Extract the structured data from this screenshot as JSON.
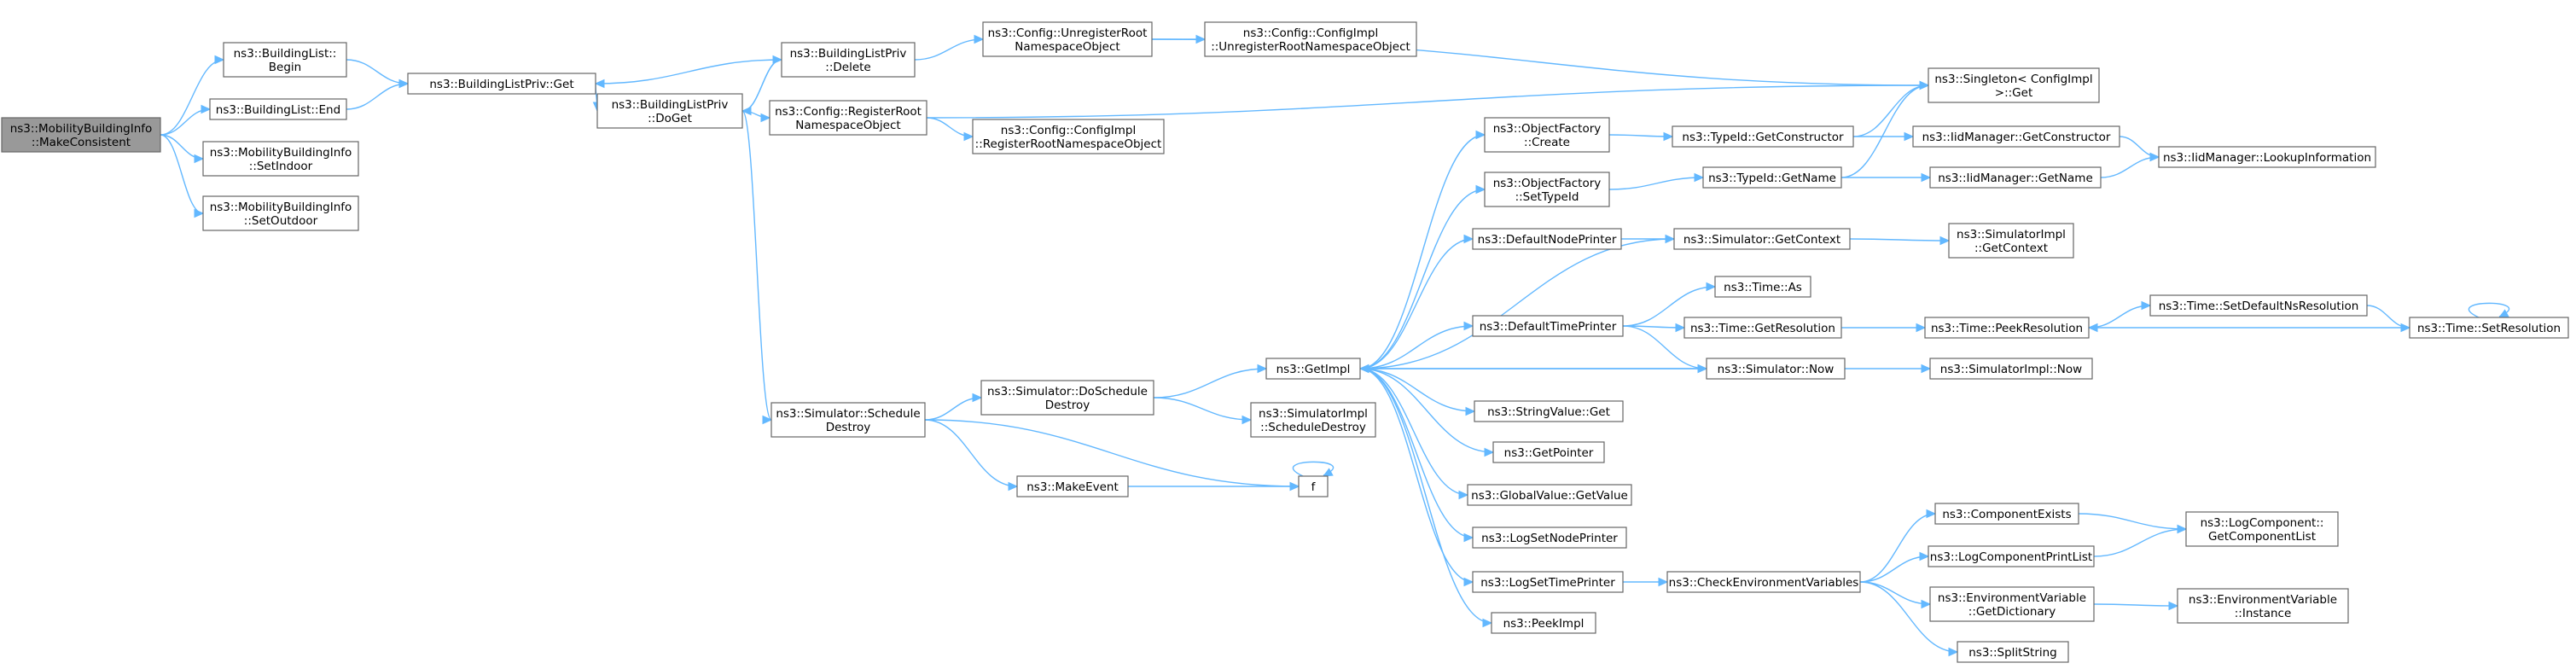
{
  "graph": {
    "colors": {
      "edge": "#63b8ff",
      "node_border": "#666666",
      "root_fill": "#999999",
      "node_fill": "#ffffff"
    },
    "nodes": [
      {
        "id": "root",
        "lines": [
          "ns3::MobilityBuildingInfo",
          "::MakeConsistent"
        ]
      },
      {
        "id": "bl_begin",
        "lines": [
          "ns3::BuildingList::",
          "Begin"
        ]
      },
      {
        "id": "bl_end",
        "lines": [
          "ns3::BuildingList::End"
        ]
      },
      {
        "id": "setindoor",
        "lines": [
          "ns3::MobilityBuildingInfo",
          "::SetIndoor"
        ]
      },
      {
        "id": "setoutdoor",
        "lines": [
          "ns3::MobilityBuildingInfo",
          "::SetOutdoor"
        ]
      },
      {
        "id": "blp_get",
        "lines": [
          "ns3::BuildingListPriv::Get"
        ]
      },
      {
        "id": "blp_doget",
        "lines": [
          "ns3::BuildingListPriv",
          "::DoGet"
        ]
      },
      {
        "id": "blp_delete",
        "lines": [
          "ns3::BuildingListPriv",
          "::Delete"
        ]
      },
      {
        "id": "cfg_register",
        "lines": [
          "ns3::Config::RegisterRoot",
          "NamespaceObject"
        ]
      },
      {
        "id": "cfg_unregister",
        "lines": [
          "ns3::Config::UnregisterRoot",
          "NamespaceObject"
        ]
      },
      {
        "id": "cfgimpl_unregister",
        "lines": [
          "ns3::Config::ConfigImpl",
          "::UnregisterRootNamespaceObject"
        ]
      },
      {
        "id": "cfgimpl_register",
        "lines": [
          "ns3::Config::ConfigImpl",
          "::RegisterRootNamespaceObject"
        ]
      },
      {
        "id": "singleton_get",
        "lines": [
          "ns3::Singleton< ConfigImpl",
          " >::Get"
        ]
      },
      {
        "id": "sim_scheduledestroy",
        "lines": [
          "ns3::Simulator::Schedule",
          "Destroy"
        ]
      },
      {
        "id": "sim_doscheduledestroy",
        "lines": [
          "ns3::Simulator::DoSchedule",
          "Destroy"
        ]
      },
      {
        "id": "simimpl_scheduledestroy",
        "lines": [
          "ns3::SimulatorImpl",
          "::ScheduleDestroy"
        ]
      },
      {
        "id": "makeevent",
        "lines": [
          "ns3::MakeEvent"
        ]
      },
      {
        "id": "f",
        "lines": [
          "f"
        ]
      },
      {
        "id": "getimpl",
        "lines": [
          "ns3::GetImpl"
        ]
      },
      {
        "id": "of_create",
        "lines": [
          "ns3::ObjectFactory",
          "::Create"
        ]
      },
      {
        "id": "of_settypeid",
        "lines": [
          "ns3::ObjectFactory",
          "::SetTypeId"
        ]
      },
      {
        "id": "defaultnodeprinter",
        "lines": [
          "ns3::DefaultNodePrinter"
        ]
      },
      {
        "id": "defaulttimeprinter",
        "lines": [
          "ns3::DefaultTimePrinter"
        ]
      },
      {
        "id": "stringvalue_get",
        "lines": [
          "ns3::StringValue::Get"
        ]
      },
      {
        "id": "getpointer",
        "lines": [
          "ns3::GetPointer"
        ]
      },
      {
        "id": "globalvalue_getvalue",
        "lines": [
          "ns3::GlobalValue::GetValue"
        ]
      },
      {
        "id": "logsetnodeprinter",
        "lines": [
          "ns3::LogSetNodePrinter"
        ]
      },
      {
        "id": "logsettimeprinter",
        "lines": [
          "ns3::LogSetTimePrinter"
        ]
      },
      {
        "id": "peekimpl",
        "lines": [
          "ns3::PeekImpl"
        ]
      },
      {
        "id": "typeid_getconstructor",
        "lines": [
          "ns3::TypeId::GetConstructor"
        ]
      },
      {
        "id": "typeid_getname",
        "lines": [
          "ns3::TypeId::GetName"
        ]
      },
      {
        "id": "sim_getcontext",
        "lines": [
          "ns3::Simulator::GetContext"
        ]
      },
      {
        "id": "time_as",
        "lines": [
          "ns3::Time::As"
        ]
      },
      {
        "id": "time_getresolution",
        "lines": [
          "ns3::Time::GetResolution"
        ]
      },
      {
        "id": "sim_now",
        "lines": [
          "ns3::Simulator::Now"
        ]
      },
      {
        "id": "checkenv",
        "lines": [
          "ns3::CheckEnvironmentVariables"
        ]
      },
      {
        "id": "iid_getconstructor",
        "lines": [
          "ns3::IidManager::GetConstructor"
        ]
      },
      {
        "id": "iid_getname",
        "lines": [
          "ns3::IidManager::GetName"
        ]
      },
      {
        "id": "simimpl_getcontext",
        "lines": [
          "ns3::SimulatorImpl",
          "::GetContext"
        ]
      },
      {
        "id": "time_peekresolution",
        "lines": [
          "ns3::Time::PeekResolution"
        ]
      },
      {
        "id": "simimpl_now",
        "lines": [
          "ns3::SimulatorImpl::Now"
        ]
      },
      {
        "id": "componentexists",
        "lines": [
          "ns3::ComponentExists"
        ]
      },
      {
        "id": "logcomponentprintlist",
        "lines": [
          "ns3::LogComponentPrintList"
        ]
      },
      {
        "id": "envvar_getdictionary",
        "lines": [
          "ns3::EnvironmentVariable",
          "::GetDictionary"
        ]
      },
      {
        "id": "splitstring",
        "lines": [
          "ns3::SplitString"
        ]
      },
      {
        "id": "iid_lookupinformation",
        "lines": [
          "ns3::IidManager::LookupInformation"
        ]
      },
      {
        "id": "time_setdefaultnsresolution",
        "lines": [
          "ns3::Time::SetDefaultNsResolution"
        ]
      },
      {
        "id": "time_setresolution",
        "lines": [
          "ns3::Time::SetResolution"
        ]
      },
      {
        "id": "logcomponent_getcomponentlist",
        "lines": [
          "ns3::LogComponent::",
          "GetComponentList"
        ]
      },
      {
        "id": "envvar_instance",
        "lines": [
          "ns3::EnvironmentVariable",
          "::Instance"
        ]
      }
    ],
    "edges": [
      [
        "root",
        "bl_begin"
      ],
      [
        "root",
        "bl_end"
      ],
      [
        "root",
        "setindoor"
      ],
      [
        "root",
        "setoutdoor"
      ],
      [
        "bl_begin",
        "blp_get"
      ],
      [
        "bl_end",
        "blp_get"
      ],
      [
        "blp_get",
        "blp_doget"
      ],
      [
        "blp_doget",
        "blp_delete"
      ],
      [
        "blp_doget",
        "cfg_register"
      ],
      [
        "blp_doget",
        "sim_scheduledestroy"
      ],
      [
        "blp_delete",
        "blp_get"
      ],
      [
        "blp_delete",
        "blp_doget"
      ],
      [
        "blp_delete",
        "cfg_unregister"
      ],
      [
        "cfg_unregister",
        "cfgimpl_unregister"
      ],
      [
        "cfg_unregister",
        "singleton_get"
      ],
      [
        "cfg_register",
        "cfgimpl_register"
      ],
      [
        "cfg_register",
        "singleton_get"
      ],
      [
        "sim_scheduledestroy",
        "sim_doscheduledestroy"
      ],
      [
        "sim_scheduledestroy",
        "makeevent"
      ],
      [
        "sim_scheduledestroy",
        "f"
      ],
      [
        "makeevent",
        "f"
      ],
      [
        "f",
        "f"
      ],
      [
        "sim_doscheduledestroy",
        "getimpl"
      ],
      [
        "sim_doscheduledestroy",
        "simimpl_scheduledestroy"
      ],
      [
        "getimpl",
        "of_create"
      ],
      [
        "getimpl",
        "of_settypeid"
      ],
      [
        "getimpl",
        "defaultnodeprinter"
      ],
      [
        "getimpl",
        "defaulttimeprinter"
      ],
      [
        "getimpl",
        "sim_now"
      ],
      [
        "getimpl",
        "stringvalue_get"
      ],
      [
        "getimpl",
        "getpointer"
      ],
      [
        "getimpl",
        "globalvalue_getvalue"
      ],
      [
        "getimpl",
        "logsetnodeprinter"
      ],
      [
        "getimpl",
        "logsettimeprinter"
      ],
      [
        "getimpl",
        "peekimpl"
      ],
      [
        "of_create",
        "typeid_getconstructor"
      ],
      [
        "of_settypeid",
        "typeid_getname"
      ],
      [
        "defaultnodeprinter",
        "sim_getcontext"
      ],
      [
        "sim_getcontext",
        "getimpl"
      ],
      [
        "sim_getcontext",
        "simimpl_getcontext"
      ],
      [
        "defaulttimeprinter",
        "time_as"
      ],
      [
        "defaulttimeprinter",
        "time_getresolution"
      ],
      [
        "defaulttimeprinter",
        "sim_now"
      ],
      [
        "typeid_getconstructor",
        "singleton_get"
      ],
      [
        "typeid_getconstructor",
        "iid_getconstructor"
      ],
      [
        "typeid_getname",
        "singleton_get"
      ],
      [
        "typeid_getname",
        "iid_getname"
      ],
      [
        "iid_getconstructor",
        "iid_lookupinformation"
      ],
      [
        "iid_getname",
        "iid_lookupinformation"
      ],
      [
        "time_getresolution",
        "time_peekresolution"
      ],
      [
        "time_peekresolution",
        "time_setdefaultnsresolution"
      ],
      [
        "time_setdefaultnsresolution",
        "time_setresolution"
      ],
      [
        "time_setresolution",
        "time_peekresolution"
      ],
      [
        "time_setresolution",
        "time_setresolution"
      ],
      [
        "sim_now",
        "getimpl"
      ],
      [
        "sim_now",
        "simimpl_now"
      ],
      [
        "logsettimeprinter",
        "checkenv"
      ],
      [
        "checkenv",
        "componentexists"
      ],
      [
        "checkenv",
        "logcomponentprintlist"
      ],
      [
        "checkenv",
        "envvar_getdictionary"
      ],
      [
        "checkenv",
        "splitstring"
      ],
      [
        "componentexists",
        "logcomponent_getcomponentlist"
      ],
      [
        "logcomponentprintlist",
        "logcomponent_getcomponentlist"
      ],
      [
        "envvar_getdictionary",
        "envvar_instance"
      ]
    ]
  }
}
